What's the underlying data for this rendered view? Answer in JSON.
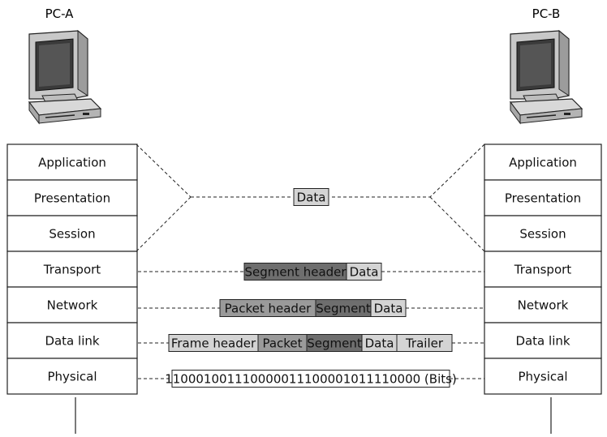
{
  "hosts": {
    "left": {
      "name": "PC-A"
    },
    "right": {
      "name": "PC-B"
    }
  },
  "layers": [
    "Application",
    "Presentation",
    "Session",
    "Transport",
    "Network",
    "Data link",
    "Physical"
  ],
  "pdus": {
    "upper": [
      {
        "text": "Data",
        "shade": "light"
      }
    ],
    "transport": [
      {
        "text": "Segment header",
        "shade": "dark"
      },
      {
        "text": "Data",
        "shade": "light"
      }
    ],
    "network": [
      {
        "text": "Packet header",
        "shade": "mid"
      },
      {
        "text": "Segment",
        "shade": "dark"
      },
      {
        "text": "Data",
        "shade": "light"
      }
    ],
    "datalink": [
      {
        "text": "Frame header",
        "shade": "light"
      },
      {
        "text": "Packet",
        "shade": "mid"
      },
      {
        "text": "Segment",
        "shade": "dark"
      },
      {
        "text": "Data",
        "shade": "light"
      },
      {
        "text": "Trailer",
        "shade": "light"
      }
    ],
    "physical": [
      {
        "text": "110001001110000011100001011110000 (Bits)",
        "shade": "white"
      }
    ]
  },
  "colors": {
    "dark": "#6e6e6e",
    "mid": "#9a9a9a",
    "light": "#d4d4d4",
    "white": "#ffffff",
    "stroke": "#222222"
  }
}
